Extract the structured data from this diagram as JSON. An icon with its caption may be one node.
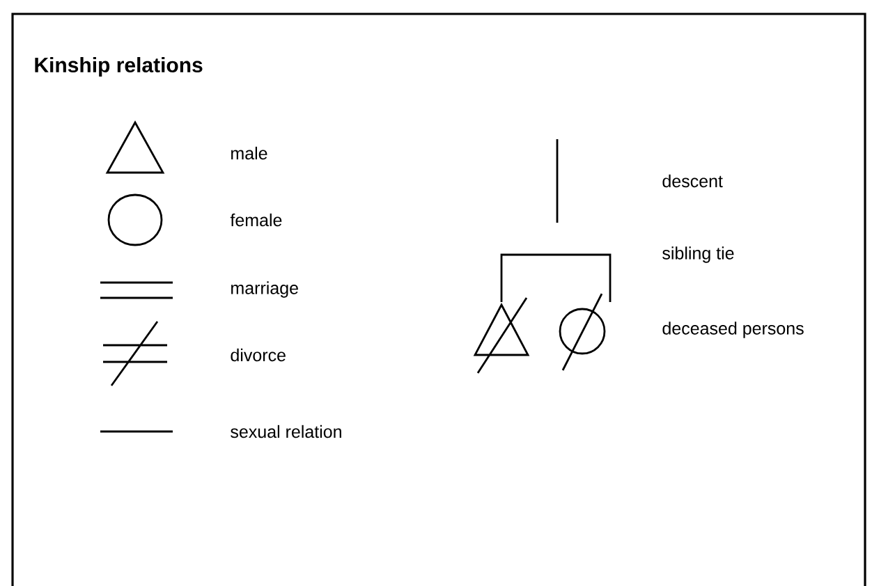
{
  "diagram": {
    "title": "Kinship relations",
    "legend": [
      {
        "text": "male"
      },
      {
        "text": "female"
      },
      {
        "text": "marriage"
      },
      {
        "text": "divorce"
      },
      {
        "text": "sexual relation"
      },
      {
        "text": "descent"
      },
      {
        "text": "sibling tie"
      },
      {
        "text": "deceased persons"
      }
    ]
  }
}
